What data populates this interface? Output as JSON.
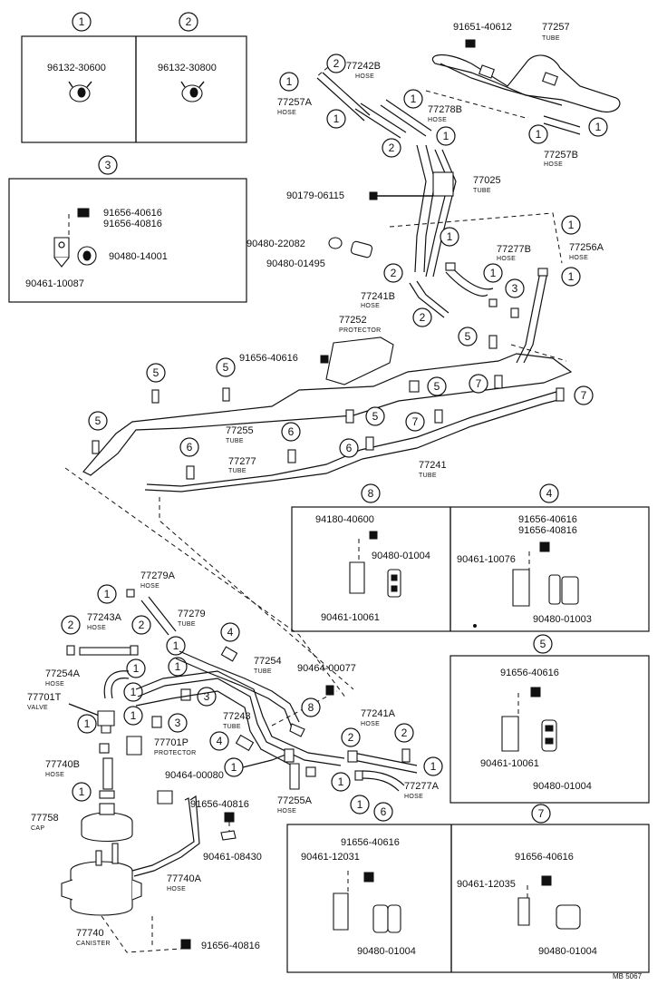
{
  "drawing_id": "MB 5067",
  "callouts": [
    "1",
    "2",
    "3",
    "4",
    "5",
    "6",
    "7",
    "8"
  ],
  "part_labels": {
    "p96132_30600": "96132-30600",
    "p96132_30800": "96132-30800",
    "p91651_40612": "91651-40612",
    "p77257": "77257",
    "p77242B": "77242B",
    "p77257A": "77257A",
    "p77278B": "77278B",
    "p77257B": "77257B",
    "p77025": "77025",
    "p90179_06115": "90179-06115",
    "p90480_22082": "90480-22082",
    "p90480_01495": "90480-01495",
    "p77277B": "77277B",
    "p77256A": "77256A",
    "p77241B": "77241B",
    "p77252": "77252",
    "p91656_40616_main": "91656-40616",
    "p77255": "77255",
    "p77277": "77277",
    "p77241": "77241",
    "p91656_40616_b3": "91656-40616",
    "p91656_40816_b3": "91656-40816",
    "p90480_14001": "90480-14001",
    "p90461_10087": "90461-10087",
    "p94180_40600": "94180-40600",
    "p90480_01004_b8": "90480-01004",
    "p90461_10061_b8": "90461-10061",
    "p91656_40616_b4": "91656-40616",
    "p91656_40816_b4": "91656-40816",
    "p90461_10076": "90461-10076",
    "p90480_01003": "90480-01003",
    "p91656_40616_b5": "91656-40616",
    "p90461_10061_b5": "90461-10061",
    "p90480_01004_b5": "90480-01004",
    "p91656_40616_b7a": "91656-40616",
    "p90461_12031": "90461-12031",
    "p90480_01004_b7a": "90480-01004",
    "p91656_40616_b7b": "91656-40616",
    "p90461_12035": "90461-12035",
    "p90480_01004_b7b": "90480-01004",
    "p77279A": "77279A",
    "p77243A": "77243A",
    "p77279": "77279",
    "p77254A": "77254A",
    "p77701T": "77701T",
    "p77254": "77254",
    "p90464_00077": "90464-00077",
    "p77243": "77243",
    "p77701P": "77701P",
    "p77740B": "77740B",
    "p90464_00080": "90464-00080",
    "p91656_40816_low": "91656-40816",
    "p77255A": "77255A",
    "p77241A": "77241A",
    "p77277A": "77277A",
    "p77758": "77758",
    "p90461_08430": "90461-08430",
    "p77740A": "77740A",
    "p77740": "77740",
    "p91656_40816_bot": "91656-40816"
  },
  "part_types": {
    "hose": "HOSE",
    "tube": "TUBE",
    "protector": "PROTECTOR",
    "valve": "VALVE",
    "cap": "CAP",
    "canister": "CANISTER"
  }
}
